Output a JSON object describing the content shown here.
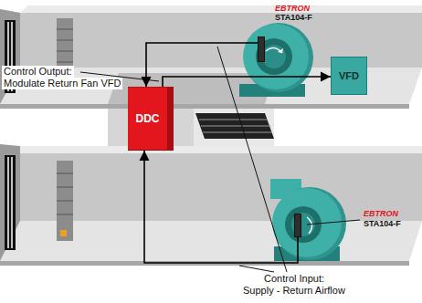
{
  "diagram": {
    "nodes": [
      {
        "text": [
          "EBTRON",
          "STA104-F"
        ]
      },
      {
        "text": [
          "VFD"
        ]
      },
      {
        "text": [
          "DDC"
        ]
      },
      {
        "text": [
          "EBTRON",
          "STA104-F"
        ]
      }
    ],
    "edges": [
      {
        "from": 0,
        "to": 2,
        "arrow": "to"
      },
      {
        "from": 2,
        "to": 1,
        "arrow": "to"
      },
      {
        "from": 3,
        "to": 2,
        "arrow": "to"
      }
    ],
    "labels": [
      "Control Output:",
      "Modulate Return Fan VFD",
      "Control Input:",
      "Supply - Return Airflow"
    ]
  }
}
